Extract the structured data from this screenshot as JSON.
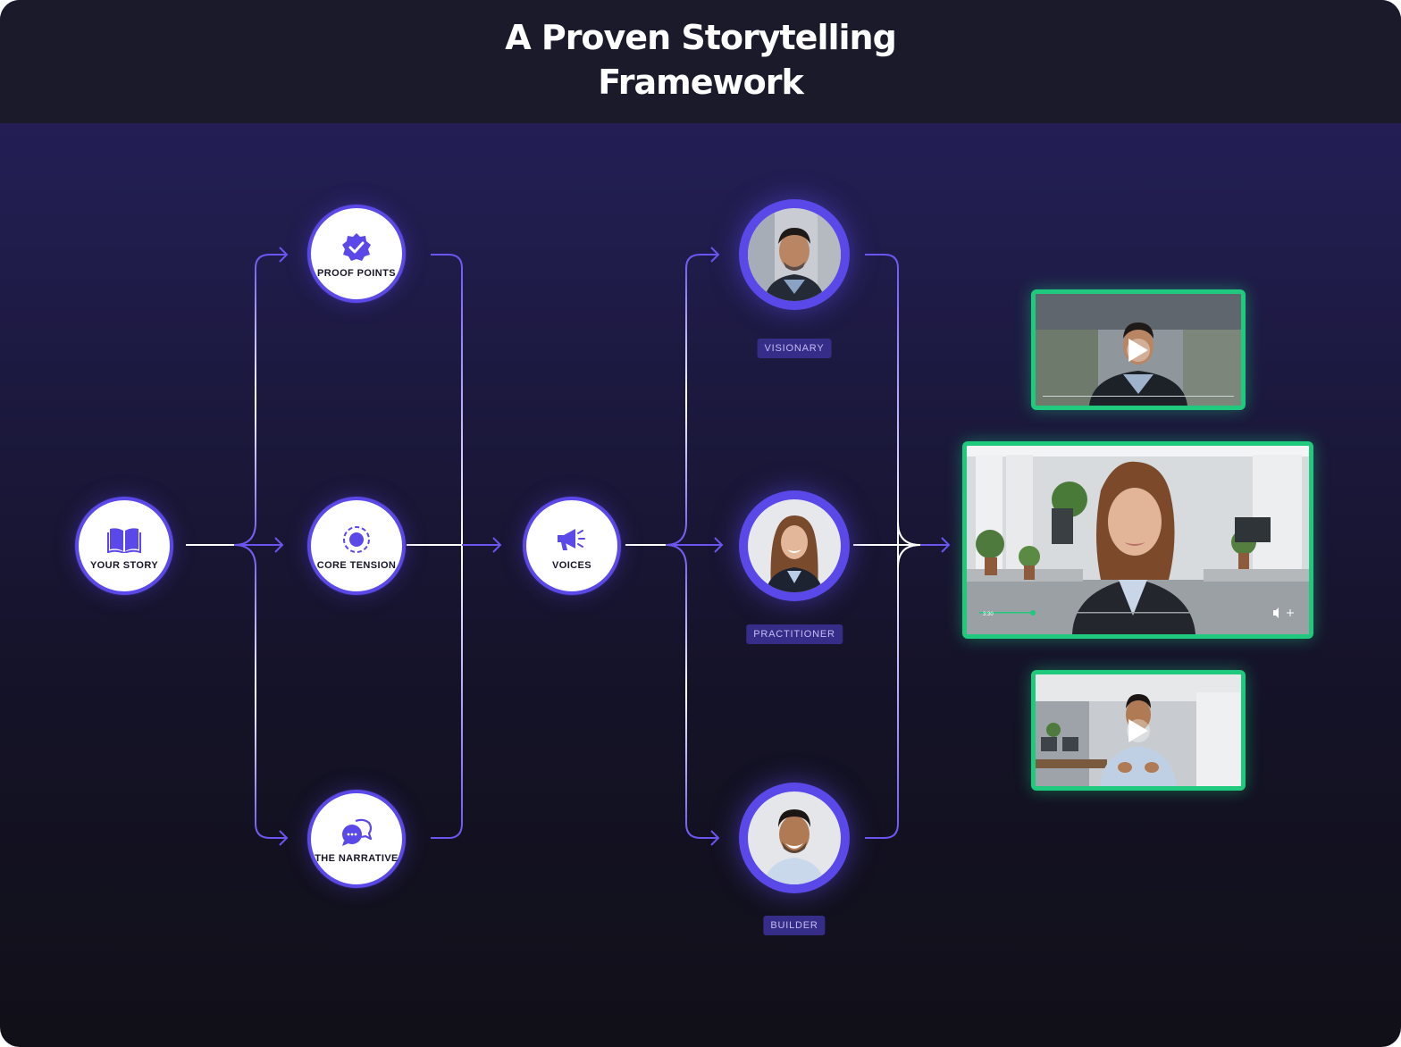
{
  "title_line1": "A Proven Storytelling",
  "title_line2": "Framework",
  "nodes": {
    "your_story": "YOUR STORY",
    "proof_points": "PROOF POINTS",
    "core_tension": "CORE TENSION",
    "the_narrative": "THE NARRATIVE",
    "voices": "VOICES"
  },
  "voices": {
    "visionary": "VISIONARY",
    "practitioner": "PRACTITIONER",
    "builder": "BUILDER"
  },
  "video_main_time": "3:30",
  "icons": [
    "book-icon",
    "verified-badge-icon",
    "target-icon",
    "chat-bubbles-icon",
    "megaphone-icon",
    "play-icon"
  ],
  "colors": {
    "accent": "#5b48e8",
    "video_border": "#1fc97d",
    "header": "#1a1a2b"
  }
}
